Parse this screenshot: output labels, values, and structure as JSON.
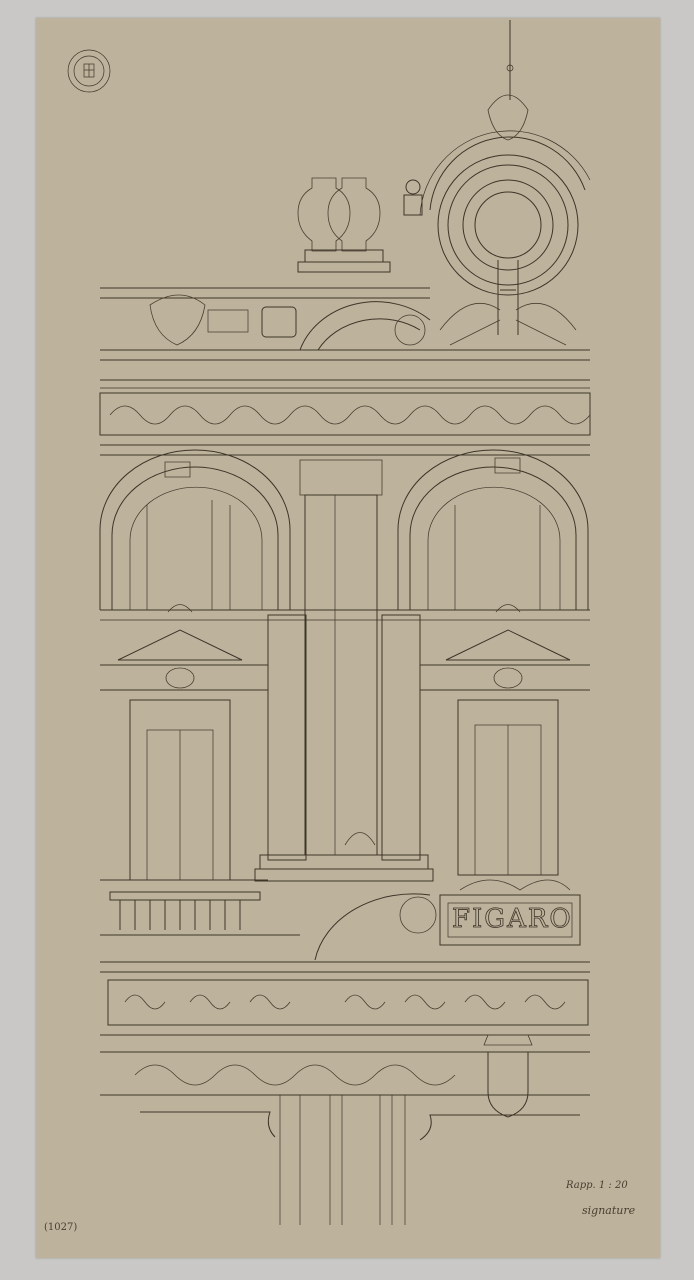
{
  "document": {
    "type": "architectural-elevation-drawing",
    "paper_color": "#bdb29c",
    "ink_color": "#3e3528",
    "background_color": "#c9c8c6"
  },
  "stamp": {
    "label": "circular archive stamp with coat of arms"
  },
  "sign": {
    "text": "FIGARO"
  },
  "annotations": {
    "scale_note": "Rapp. 1 : 20",
    "signature": "signature",
    "inventory_number": "(1027)"
  }
}
